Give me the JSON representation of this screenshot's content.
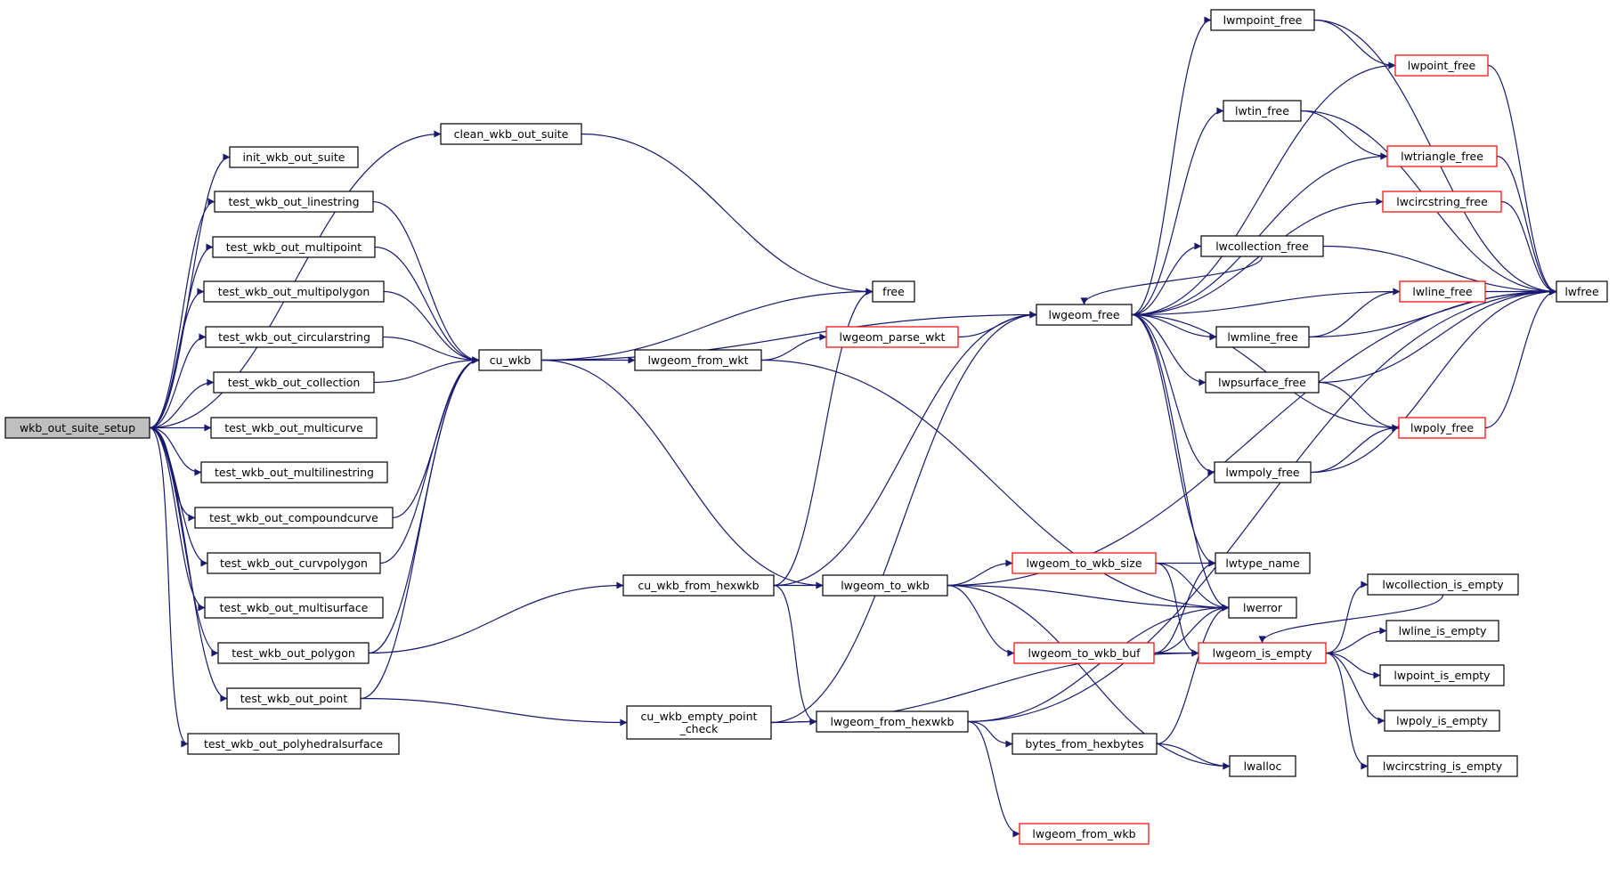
{
  "colors": {
    "edge": "#191970",
    "node_border": "#000000",
    "incomplete_border": "#ff0000",
    "root_fill": "#bfbfbf",
    "background": "#ffffff"
  },
  "nodes": [
    {
      "id": "wkb_out_suite_setup",
      "label": "wkb_out_suite_setup",
      "style": "root"
    },
    {
      "id": "clean_wkb_out_suite",
      "label": "clean_wkb_out_suite",
      "style": "normal"
    },
    {
      "id": "init_wkb_out_suite",
      "label": "init_wkb_out_suite",
      "style": "normal"
    },
    {
      "id": "test_wkb_out_linestring",
      "label": "test_wkb_out_linestring",
      "style": "normal"
    },
    {
      "id": "test_wkb_out_multipoint",
      "label": "test_wkb_out_multipoint",
      "style": "normal"
    },
    {
      "id": "test_wkb_out_multipolygon",
      "label": "test_wkb_out_multipolygon",
      "style": "normal"
    },
    {
      "id": "test_wkb_out_circularstring",
      "label": "test_wkb_out_circularstring",
      "style": "normal"
    },
    {
      "id": "test_wkb_out_collection",
      "label": "test_wkb_out_collection",
      "style": "normal"
    },
    {
      "id": "test_wkb_out_multicurve",
      "label": "test_wkb_out_multicurve",
      "style": "normal"
    },
    {
      "id": "test_wkb_out_multilinestring",
      "label": "test_wkb_out_multilinestring",
      "style": "normal"
    },
    {
      "id": "test_wkb_out_compoundcurve",
      "label": "test_wkb_out_compoundcurve",
      "style": "normal"
    },
    {
      "id": "test_wkb_out_curvpolygon",
      "label": "test_wkb_out_curvpolygon",
      "style": "normal"
    },
    {
      "id": "test_wkb_out_multisurface",
      "label": "test_wkb_out_multisurface",
      "style": "normal"
    },
    {
      "id": "test_wkb_out_polygon",
      "label": "test_wkb_out_polygon",
      "style": "normal"
    },
    {
      "id": "test_wkb_out_point",
      "label": "test_wkb_out_point",
      "style": "normal"
    },
    {
      "id": "test_wkb_out_polyhedralsurface",
      "label": "test_wkb_out_polyhedralsurface",
      "style": "normal"
    },
    {
      "id": "cu_wkb",
      "label": "cu_wkb",
      "style": "normal"
    },
    {
      "id": "free",
      "label": "free",
      "style": "normal"
    },
    {
      "id": "lwgeom_from_wkt",
      "label": "lwgeom_from_wkt",
      "style": "normal"
    },
    {
      "id": "lwgeom_parse_wkt",
      "label": "lwgeom_parse_wkt",
      "style": "red"
    },
    {
      "id": "cu_wkb_from_hexwkb",
      "label": "cu_wkb_from_hexwkb",
      "style": "normal"
    },
    {
      "id": "cu_wkb_empty_point_check",
      "label": "cu_wkb_empty_point\n_check",
      "style": "normal"
    },
    {
      "id": "lwgeom_to_wkb",
      "label": "lwgeom_to_wkb",
      "style": "normal"
    },
    {
      "id": "lwgeom_from_hexwkb",
      "label": "lwgeom_from_hexwkb",
      "style": "normal"
    },
    {
      "id": "lwgeom_free",
      "label": "lwgeom_free",
      "style": "normal"
    },
    {
      "id": "lwgeom_to_wkb_size",
      "label": "lwgeom_to_wkb_size",
      "style": "red"
    },
    {
      "id": "lwgeom_to_wkb_buf",
      "label": "lwgeom_to_wkb_buf",
      "style": "red"
    },
    {
      "id": "bytes_from_hexbytes",
      "label": "bytes_from_hexbytes",
      "style": "normal"
    },
    {
      "id": "lwgeom_from_wkb",
      "label": "lwgeom_from_wkb",
      "style": "red"
    },
    {
      "id": "lwmpoint_free",
      "label": "lwmpoint_free",
      "style": "normal"
    },
    {
      "id": "lwtin_free",
      "label": "lwtin_free",
      "style": "normal"
    },
    {
      "id": "lwcollection_free",
      "label": "lwcollection_free",
      "style": "normal"
    },
    {
      "id": "lwmline_free",
      "label": "lwmline_free",
      "style": "normal"
    },
    {
      "id": "lwpsurface_free",
      "label": "lwpsurface_free",
      "style": "normal"
    },
    {
      "id": "lwmpoly_free",
      "label": "lwmpoly_free",
      "style": "normal"
    },
    {
      "id": "lwtype_name",
      "label": "lwtype_name",
      "style": "normal"
    },
    {
      "id": "lwerror",
      "label": "lwerror",
      "style": "normal"
    },
    {
      "id": "lwgeom_is_empty",
      "label": "lwgeom_is_empty",
      "style": "red"
    },
    {
      "id": "lwalloc",
      "label": "lwalloc",
      "style": "normal"
    },
    {
      "id": "lwpoint_free",
      "label": "lwpoint_free",
      "style": "red"
    },
    {
      "id": "lwtriangle_free",
      "label": "lwtriangle_free",
      "style": "red"
    },
    {
      "id": "lwcircstring_free",
      "label": "lwcircstring_free",
      "style": "red"
    },
    {
      "id": "lwline_free",
      "label": "lwline_free",
      "style": "red"
    },
    {
      "id": "lwpoly_free",
      "label": "lwpoly_free",
      "style": "red"
    },
    {
      "id": "lwcollection_is_empty",
      "label": "lwcollection_is_empty",
      "style": "normal"
    },
    {
      "id": "lwline_is_empty",
      "label": "lwline_is_empty",
      "style": "normal"
    },
    {
      "id": "lwpoint_is_empty",
      "label": "lwpoint_is_empty",
      "style": "normal"
    },
    {
      "id": "lwpoly_is_empty",
      "label": "lwpoly_is_empty",
      "style": "normal"
    },
    {
      "id": "lwcircstring_is_empty",
      "label": "lwcircstring_is_empty",
      "style": "normal"
    },
    {
      "id": "lwfree",
      "label": "lwfree",
      "style": "normal"
    }
  ],
  "edges": [
    [
      "wkb_out_suite_setup",
      "clean_wkb_out_suite"
    ],
    [
      "wkb_out_suite_setup",
      "init_wkb_out_suite"
    ],
    [
      "wkb_out_suite_setup",
      "test_wkb_out_linestring"
    ],
    [
      "wkb_out_suite_setup",
      "test_wkb_out_multipoint"
    ],
    [
      "wkb_out_suite_setup",
      "test_wkb_out_multipolygon"
    ],
    [
      "wkb_out_suite_setup",
      "test_wkb_out_circularstring"
    ],
    [
      "wkb_out_suite_setup",
      "test_wkb_out_collection"
    ],
    [
      "wkb_out_suite_setup",
      "test_wkb_out_multicurve"
    ],
    [
      "wkb_out_suite_setup",
      "test_wkb_out_multilinestring"
    ],
    [
      "wkb_out_suite_setup",
      "test_wkb_out_compoundcurve"
    ],
    [
      "wkb_out_suite_setup",
      "test_wkb_out_curvpolygon"
    ],
    [
      "wkb_out_suite_setup",
      "test_wkb_out_multisurface"
    ],
    [
      "wkb_out_suite_setup",
      "test_wkb_out_polygon"
    ],
    [
      "wkb_out_suite_setup",
      "test_wkb_out_point"
    ],
    [
      "wkb_out_suite_setup",
      "test_wkb_out_polyhedralsurface"
    ],
    [
      "clean_wkb_out_suite",
      "free"
    ],
    [
      "test_wkb_out_linestring",
      "cu_wkb"
    ],
    [
      "test_wkb_out_multipoint",
      "cu_wkb"
    ],
    [
      "test_wkb_out_multipolygon",
      "cu_wkb"
    ],
    [
      "test_wkb_out_circularstring",
      "cu_wkb"
    ],
    [
      "test_wkb_out_collection",
      "cu_wkb"
    ],
    [
      "test_wkb_out_compoundcurve",
      "cu_wkb"
    ],
    [
      "test_wkb_out_curvpolygon",
      "cu_wkb"
    ],
    [
      "test_wkb_out_polygon",
      "cu_wkb"
    ],
    [
      "test_wkb_out_point",
      "cu_wkb"
    ],
    [
      "test_wkb_out_polygon",
      "cu_wkb_from_hexwkb"
    ],
    [
      "test_wkb_out_point",
      "cu_wkb_empty_point_check"
    ],
    [
      "cu_wkb",
      "free"
    ],
    [
      "cu_wkb",
      "lwgeom_free"
    ],
    [
      "cu_wkb",
      "lwgeom_from_wkt"
    ],
    [
      "cu_wkb",
      "lwgeom_to_wkb"
    ],
    [
      "lwgeom_from_wkt",
      "lwgeom_parse_wkt"
    ],
    [
      "lwgeom_from_wkt",
      "lwerror"
    ],
    [
      "lwgeom_parse_wkt",
      "lwgeom_free"
    ],
    [
      "cu_wkb_from_hexwkb",
      "free"
    ],
    [
      "cu_wkb_from_hexwkb",
      "lwgeom_free"
    ],
    [
      "cu_wkb_from_hexwkb",
      "lwgeom_to_wkb"
    ],
    [
      "cu_wkb_from_hexwkb",
      "lwgeom_from_hexwkb"
    ],
    [
      "cu_wkb_empty_point_check",
      "lwgeom_free"
    ],
    [
      "cu_wkb_empty_point_check",
      "lwgeom_from_hexwkb"
    ],
    [
      "cu_wkb_empty_point_check",
      "lwgeom_is_empty"
    ],
    [
      "lwgeom_to_wkb",
      "lwgeom_to_wkb_size"
    ],
    [
      "lwgeom_to_wkb",
      "lwerror"
    ],
    [
      "lwgeom_to_wkb",
      "lwgeom_to_wkb_buf"
    ],
    [
      "lwgeom_to_wkb",
      "lwalloc"
    ],
    [
      "lwgeom_to_wkb",
      "lwfree"
    ],
    [
      "lwgeom_from_hexwkb",
      "lwerror"
    ],
    [
      "lwgeom_from_hexwkb",
      "bytes_from_hexbytes"
    ],
    [
      "lwgeom_from_hexwkb",
      "lwgeom_from_wkb"
    ],
    [
      "lwgeom_from_hexwkb",
      "lwfree"
    ],
    [
      "lwgeom_to_wkb_size",
      "lwtype_name"
    ],
    [
      "lwgeom_to_wkb_size",
      "lwerror"
    ],
    [
      "lwgeom_to_wkb_size",
      "lwgeom_is_empty"
    ],
    [
      "lwgeom_to_wkb_buf",
      "lwtype_name"
    ],
    [
      "lwgeom_to_wkb_buf",
      "lwerror"
    ],
    [
      "lwgeom_to_wkb_buf",
      "lwgeom_is_empty"
    ],
    [
      "bytes_from_hexbytes",
      "lwerror"
    ],
    [
      "bytes_from_hexbytes",
      "lwalloc"
    ],
    [
      "lwgeom_free",
      "lwmpoint_free"
    ],
    [
      "lwgeom_free",
      "lwpoint_free"
    ],
    [
      "lwgeom_free",
      "lwtin_free"
    ],
    [
      "lwgeom_free",
      "lwtriangle_free"
    ],
    [
      "lwgeom_free",
      "lwcircstring_free"
    ],
    [
      "lwgeom_free",
      "lwcollection_free"
    ],
    [
      "lwgeom_free",
      "lwline_free"
    ],
    [
      "lwgeom_free",
      "lwmline_free"
    ],
    [
      "lwgeom_free",
      "lwpsurface_free"
    ],
    [
      "lwgeom_free",
      "lwpoly_free"
    ],
    [
      "lwgeom_free",
      "lwmpoly_free"
    ],
    [
      "lwgeom_free",
      "lwtype_name"
    ],
    [
      "lwgeom_free",
      "lwerror"
    ],
    [
      "lwcollection_free",
      "lwgeom_free"
    ],
    [
      "lwmpoint_free",
      "lwpoint_free"
    ],
    [
      "lwmpoint_free",
      "lwfree"
    ],
    [
      "lwtin_free",
      "lwtriangle_free"
    ],
    [
      "lwtin_free",
      "lwfree"
    ],
    [
      "lwcollection_free",
      "lwfree"
    ],
    [
      "lwmline_free",
      "lwline_free"
    ],
    [
      "lwmline_free",
      "lwfree"
    ],
    [
      "lwpsurface_free",
      "lwpoly_free"
    ],
    [
      "lwpsurface_free",
      "lwfree"
    ],
    [
      "lwmpoly_free",
      "lwpoly_free"
    ],
    [
      "lwmpoly_free",
      "lwfree"
    ],
    [
      "lwpoint_free",
      "lwfree"
    ],
    [
      "lwtriangle_free",
      "lwfree"
    ],
    [
      "lwcircstring_free",
      "lwfree"
    ],
    [
      "lwline_free",
      "lwfree"
    ],
    [
      "lwpoly_free",
      "lwfree"
    ],
    [
      "lwgeom_is_empty",
      "lwcollection_is_empty"
    ],
    [
      "lwgeom_is_empty",
      "lwline_is_empty"
    ],
    [
      "lwgeom_is_empty",
      "lwpoint_is_empty"
    ],
    [
      "lwgeom_is_empty",
      "lwpoly_is_empty"
    ],
    [
      "lwgeom_is_empty",
      "lwcircstring_is_empty"
    ],
    [
      "lwcollection_is_empty",
      "lwgeom_is_empty"
    ]
  ]
}
